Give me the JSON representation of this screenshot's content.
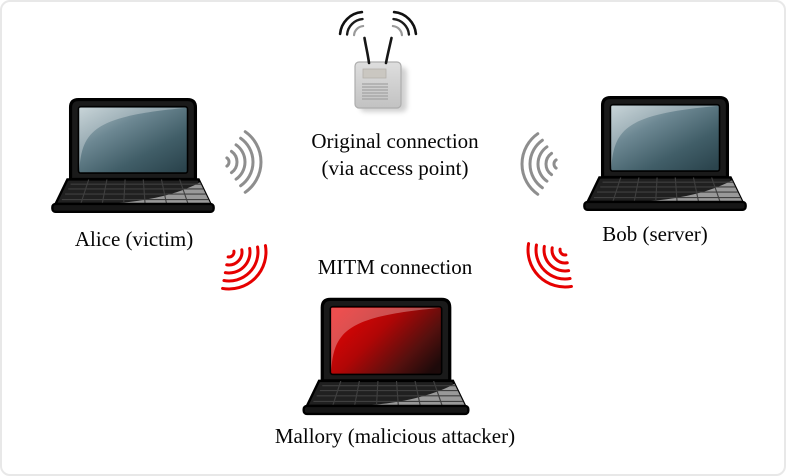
{
  "diagram": {
    "connections": {
      "original": {
        "line1": "Original connection",
        "line2": "(via access point)",
        "signal_color": "#8e8e8e"
      },
      "mitm": {
        "label": "MITM connection",
        "signal_color": "#e60000"
      }
    },
    "nodes": {
      "alice": {
        "label": "Alice (victim)",
        "screen_color": "#3f5d67"
      },
      "bob": {
        "label": "Bob (server)",
        "screen_color": "#3f5d67"
      },
      "mallory": {
        "label": "Mallory (malicious attacker)",
        "screen_color": "#cc0000"
      },
      "access_point": {
        "icon": "wifi-access-point-icon"
      }
    },
    "icons": {
      "wifi_signal": "wifi-signal-icon"
    },
    "colors": {
      "laptop_body": "#1a1a1a",
      "background": "#ffffff"
    }
  }
}
